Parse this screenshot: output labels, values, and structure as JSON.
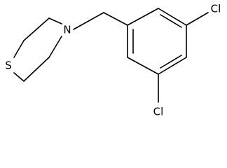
{
  "molecule": {
    "atoms": {
      "sulfur": "S",
      "nitrogen": "N",
      "chlorine_top": "Cl",
      "chlorine_bottom": "Cl"
    }
  }
}
